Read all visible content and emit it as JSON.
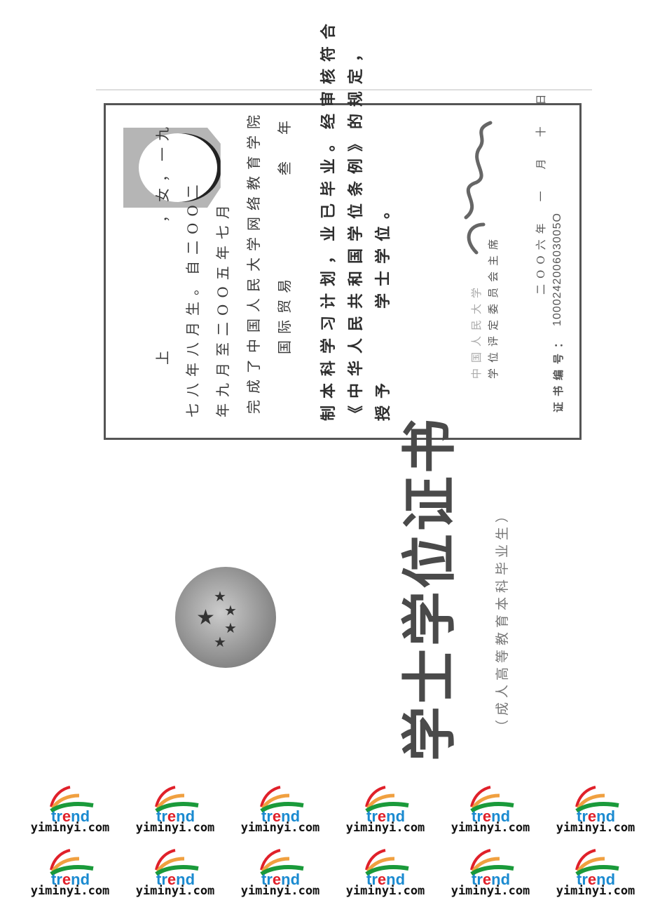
{
  "certificate": {
    "lines": [
      "上　　　　　　，女，一九",
      "七八年八月生。自二OO二",
      "年九月至二OO五年七月",
      "完成了中国人民大学网络教育学院",
      "国际贸易",
      "叁　年",
      "制本科学习计划，业已毕业。经审核符合",
      "《中华人民共和国学位条例》的规定，",
      "授予　　　学士学位。"
    ],
    "issuer": "中国人民大学",
    "chair_title": "学位评定委员会主席",
    "date": "二OO六年　一　月　十　日",
    "cert_no_label": "证书编号：",
    "cert_no": "100024200603005O",
    "title": "学士学位证书",
    "subtitle": "（成人高等教育本科毕业生）"
  },
  "watermark": {
    "logo_text": "trend",
    "url": "yiminyi.com",
    "colors": {
      "red": "#e0202a",
      "orange": "#f0a040",
      "green": "#1a9a3a",
      "blue": "#1a8ad0"
    }
  }
}
